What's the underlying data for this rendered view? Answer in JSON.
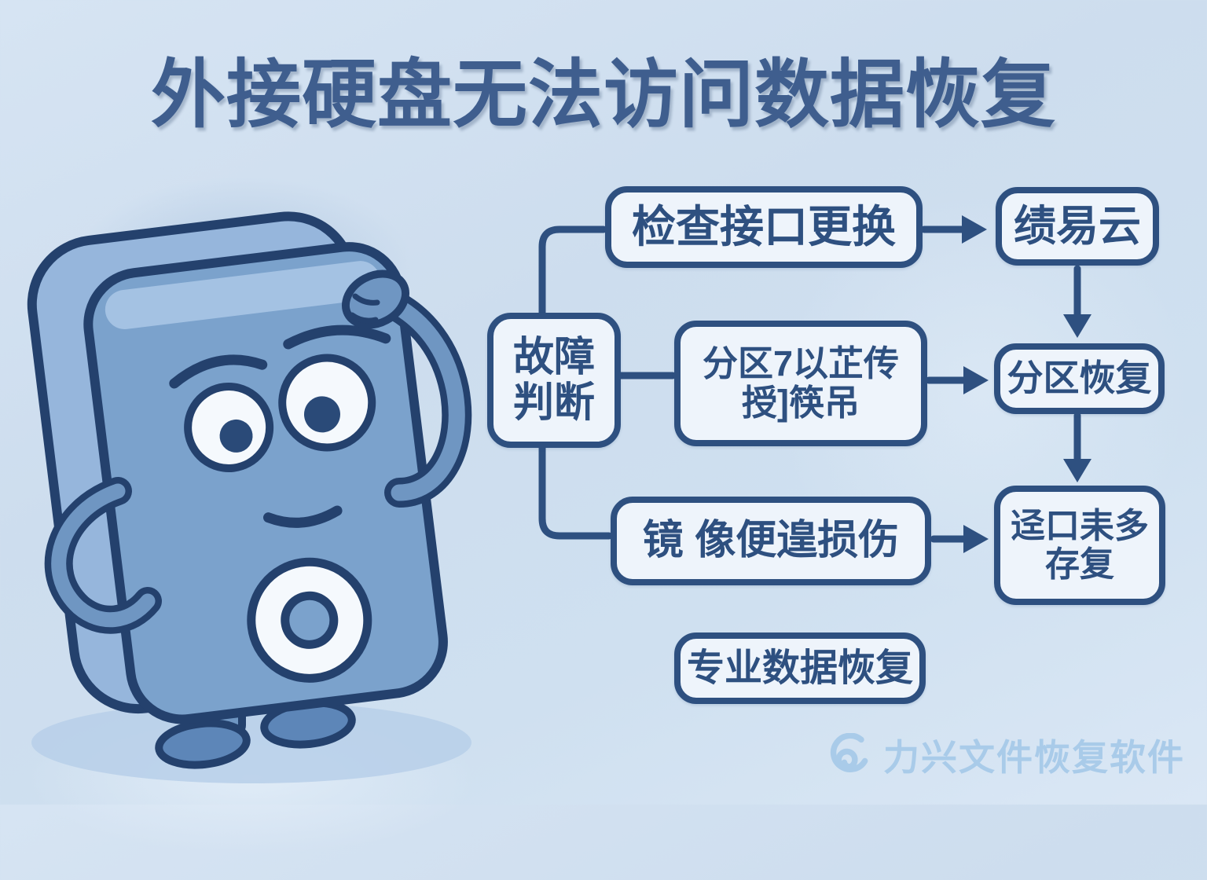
{
  "page": {
    "title": "外接硬盘无法访问数据恢复"
  },
  "flowchart": {
    "root": {
      "line1": "故障",
      "line2": "判断"
    },
    "branches": [
      {
        "label": "检查接口更换"
      },
      {
        "line1": "分区7以芷传",
        "line2": "授]筷吊"
      },
      {
        "label": "镜 像便遑损伤"
      }
    ],
    "results": [
      {
        "label": "绩易云"
      },
      {
        "label": "分区恢复"
      },
      {
        "line1": "迳口耒多",
        "line2": "存复"
      }
    ],
    "footer": {
      "label": "专业数据恢复"
    }
  },
  "watermark": {
    "label": "力兴文件恢复软件",
    "icon": "spiral-swirl-icon"
  },
  "mascot": {
    "description": "worried external hard drive cartoon character scratching its head"
  },
  "colors": {
    "background": "#cfe0f0",
    "line_navy": "#2e5080",
    "box_fill": "#eef4fb",
    "title_blue": "#3f5e8e",
    "watermark_blue": "#a9cbe9",
    "mascot_front": "#7ba2cc",
    "mascot_back": "#96b6dc",
    "mascot_limb": "#6f96c2",
    "mascot_outline": "#24416d",
    "mascot_shadow": "#b7cfe9"
  }
}
